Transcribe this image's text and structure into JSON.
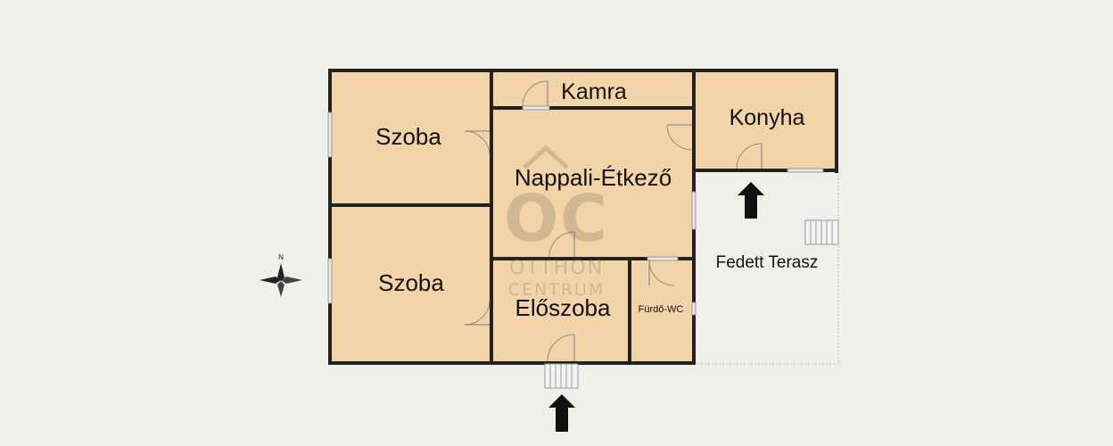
{
  "floor_plan": {
    "rooms": [
      {
        "id": "szoba-top",
        "label": "Szoba"
      },
      {
        "id": "szoba-bottom",
        "label": "Szoba"
      },
      {
        "id": "kamra",
        "label": "Kamra"
      },
      {
        "id": "nappali",
        "label": "Nappali-Étkező"
      },
      {
        "id": "konyha",
        "label": "Konyha"
      },
      {
        "id": "eloszoba",
        "label": "Előszoba"
      },
      {
        "id": "furdo",
        "label": "Fürdő-WC"
      },
      {
        "id": "terasz",
        "label": "Fedett Terasz"
      }
    ],
    "compass": {
      "north_label": "N"
    },
    "watermark": {
      "line1": "OTTHON",
      "line2": "CENTRUM",
      "logo_text": "OC"
    },
    "entrances": [
      "main-entrance-arrow",
      "terrace-entrance-arrow"
    ],
    "colors": {
      "room_fill": "#f3d4a8",
      "wall": "#222222",
      "background": "#f1efec"
    }
  }
}
